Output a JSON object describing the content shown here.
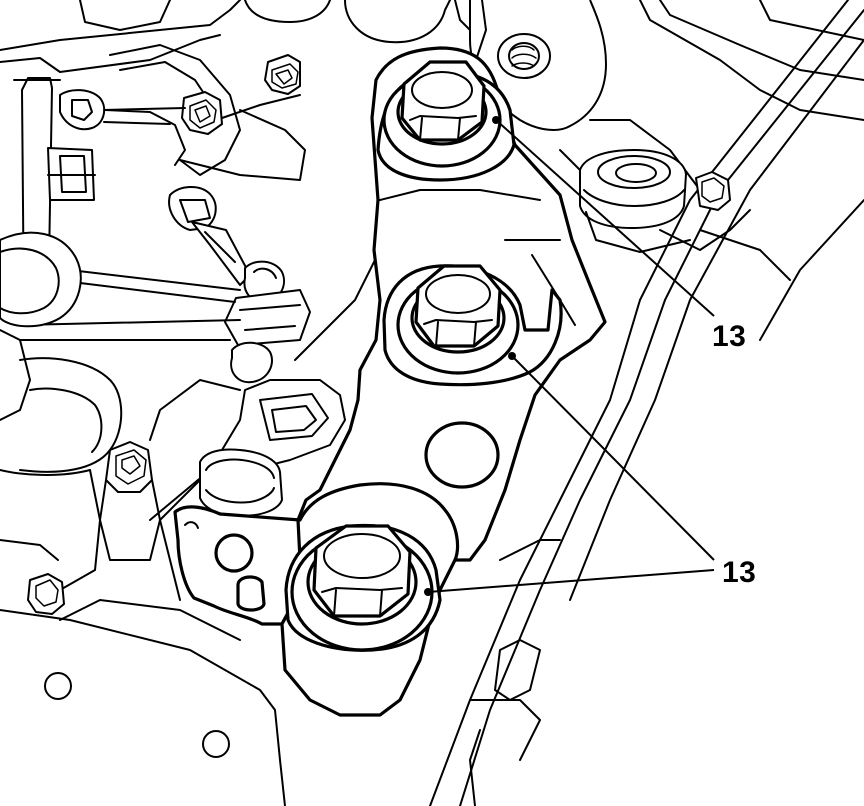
{
  "callouts": [
    {
      "id": "upper",
      "label": "13"
    },
    {
      "id": "lower",
      "label": "13"
    }
  ],
  "colors": {
    "line": "#000000",
    "background": "#ffffff"
  }
}
